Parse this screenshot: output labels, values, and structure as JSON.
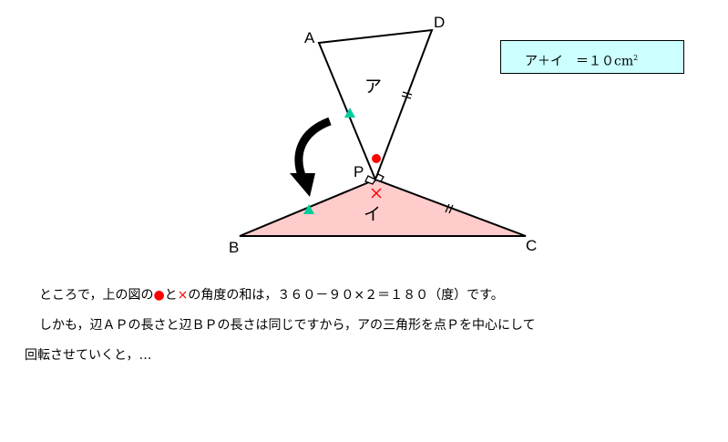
{
  "diagram": {
    "points": {
      "A": "A",
      "D": "D",
      "P": "P",
      "B": "B",
      "C": "C"
    },
    "regions": {
      "a": "ア",
      "i": "イ"
    },
    "colors": {
      "triangle_fill": "#ffcccc",
      "marker_green": "#00cc99",
      "marker_red": "#ff0000",
      "box_fill": "#ccffff"
    }
  },
  "formula_box": {
    "text": "ア＋イ　＝１０cm",
    "sup": "2"
  },
  "text": {
    "line1_a": "ところで，上の図の",
    "dot": "●",
    "line1_b": "と",
    "cross": "×",
    "line1_c": "の角度の和は，３６０－９０×２＝１８０（度）です。",
    "line2": "しかも，辺ＡＰの長さと辺ＢＰの長さは同じですから，アの三角形を点Ｐを中心にして",
    "line3": "回転させていくと，…"
  }
}
